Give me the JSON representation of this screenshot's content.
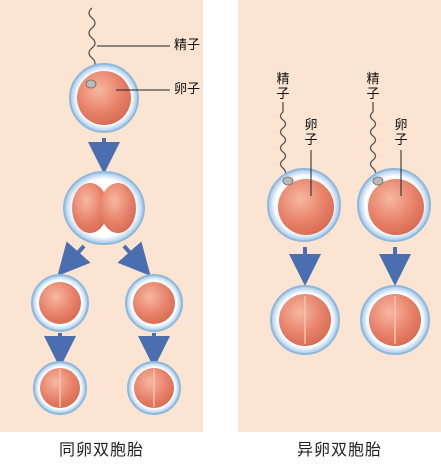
{
  "labels": {
    "sperm": "精子",
    "egg": "卵子"
  },
  "captions": {
    "identical": "同卵双胞胎",
    "fraternal": "异卵双胞胎"
  },
  "colors": {
    "panel_bg": "#fbe5d2",
    "cell_fill": "#e8826a",
    "zona": "#9fc6e8",
    "arrow": "#4a6eb0"
  }
}
